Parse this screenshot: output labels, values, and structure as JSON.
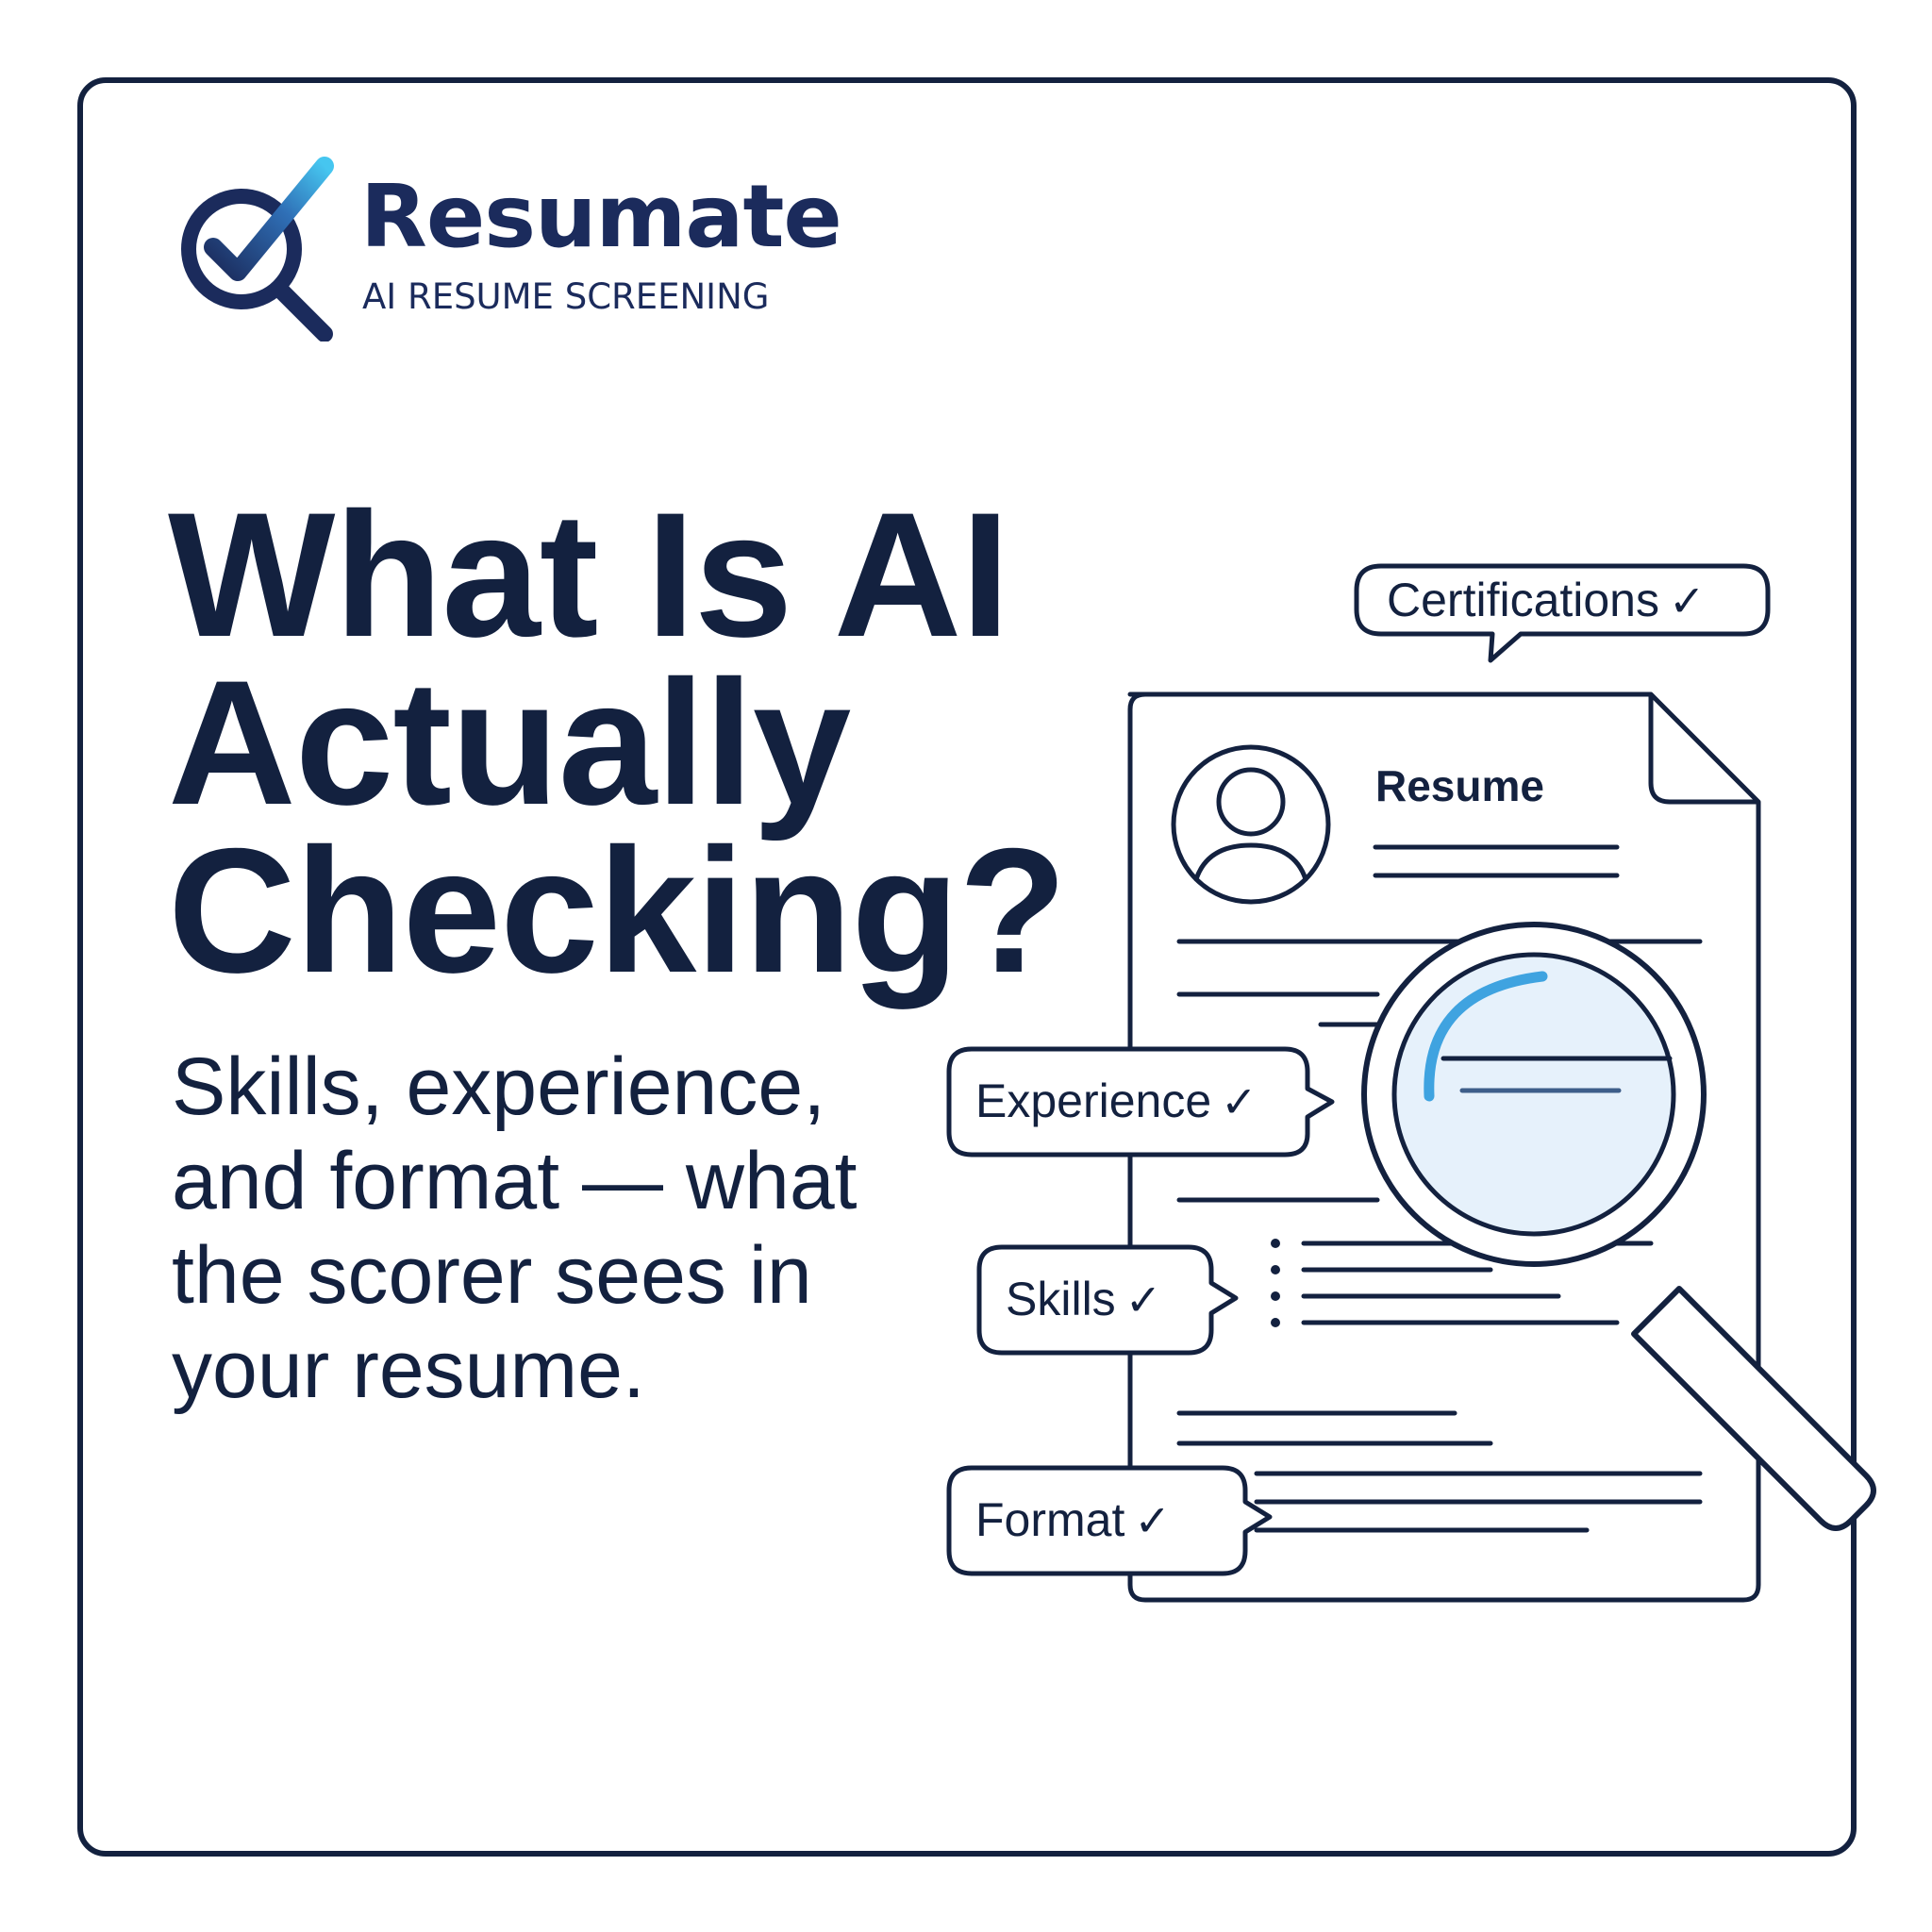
{
  "brand": {
    "name": "Resumate",
    "tagline": "AI RESUME SCREENING"
  },
  "headline": {
    "lines": [
      "What Is AI",
      "Actually",
      "Checking?"
    ]
  },
  "subhead": {
    "lines": [
      "Skills, experience,",
      "and format — what",
      "the scorer sees in",
      "your resume."
    ]
  },
  "document": {
    "title": "Resume"
  },
  "tags": {
    "certifications": "Certifications",
    "experience": "Experience",
    "skills": "Skills",
    "format": "Format",
    "check_glyph": "✓"
  },
  "icons": {
    "logo": "magnifier-check-icon",
    "profile": "user-avatar-icon",
    "magnifier": "magnifying-glass-icon"
  },
  "colors": {
    "navy": "#13213f",
    "accent_blue": "#3fa3e0",
    "lens_tint": "#e6f1fb"
  }
}
